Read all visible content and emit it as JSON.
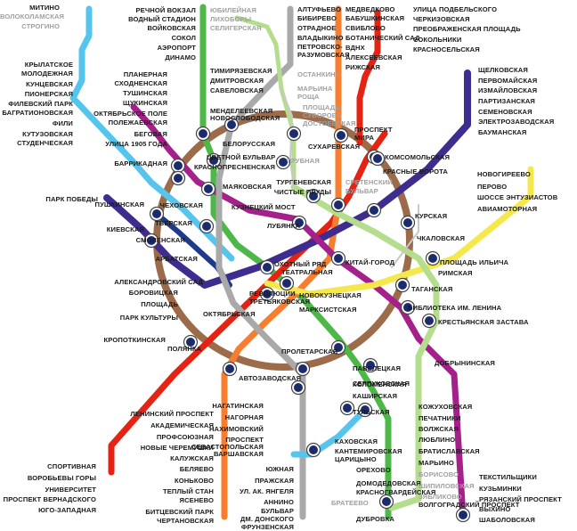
{
  "lines": {
    "red": "#e42313",
    "green": "#4db848",
    "blue": "#1e3a8a",
    "lightblue": "#55c5ee",
    "ring": "#9c6b4a",
    "orange": "#f77d2f",
    "purple": "#a4218b",
    "yellow": "#f5e84d",
    "gray": "#a9a9a9",
    "limegreen": "#b5dd8e",
    "lightgray": "#c8c8c8",
    "darkblue": "#3e2d8f"
  },
  "icons": {
    "transfer": "transfer-icon",
    "station": "station-dot-icon"
  },
  "stations": [
    {
      "name": "МИТИНО",
      "dim": false
    },
    {
      "name": "ВОЛОКОЛАМСКАЯ",
      "dim": true
    },
    {
      "name": "СТРОГИНО",
      "dim": true
    },
    {
      "name": "КРЫЛАТСКОЕ",
      "dim": false
    },
    {
      "name": "МОЛОДЕЖНАЯ",
      "dim": false
    },
    {
      "name": "КУНЦЕВСКАЯ",
      "dim": false
    },
    {
      "name": "ПИОНЕРСКАЯ",
      "dim": false
    },
    {
      "name": "ФИЛЕВСКИЙ ПАРК",
      "dim": false
    },
    {
      "name": "БАГРАТИОНОВСКАЯ",
      "dim": false
    },
    {
      "name": "ФИЛИ",
      "dim": false
    },
    {
      "name": "КУТУЗОВСКАЯ",
      "dim": false
    },
    {
      "name": "СТУДЕНЧЕСКАЯ",
      "dim": false
    },
    {
      "name": "РЕЧНОЙ ВОКЗАЛ",
      "dim": false
    },
    {
      "name": "ВОДНЫЙ СТАДИОН",
      "dim": false
    },
    {
      "name": "ВОЙКОВСКАЯ",
      "dim": false
    },
    {
      "name": "СОКОЛ",
      "dim": false
    },
    {
      "name": "АЭРОПОРТ",
      "dim": false
    },
    {
      "name": "ДИНАМО",
      "dim": false
    },
    {
      "name": "ЮБИЛЕЙНАЯ",
      "dim": true
    },
    {
      "name": "ЛИХОБОРЫ",
      "dim": true
    },
    {
      "name": "СЕЛИГЕРСКАЯ",
      "dim": true
    },
    {
      "name": "АЛТУФЬЕВО",
      "dim": false
    },
    {
      "name": "БИБИРЕВО",
      "dim": false
    },
    {
      "name": "ОТРАДНОЕ",
      "dim": false
    },
    {
      "name": "ВЛАДЫКИНО",
      "dim": false
    },
    {
      "name": "ПЕТРОВСКО-",
      "dim": false
    },
    {
      "name": "РАЗУМОВСКАЯ",
      "dim": false
    },
    {
      "name": "МЕДВЕДКОВО",
      "dim": false
    },
    {
      "name": "БАБУШКИНСКАЯ",
      "dim": false
    },
    {
      "name": "СВИБЛОВО",
      "dim": false
    },
    {
      "name": "БОТАНИЧЕСКИЙ САД",
      "dim": false
    },
    {
      "name": "ВДНХ",
      "dim": false
    },
    {
      "name": "АЛЕКСЕЕВСКАЯ",
      "dim": false
    },
    {
      "name": "РИЖСКАЯ",
      "dim": false
    },
    {
      "name": "УЛИЦА ПОДБЕЛЬСКОГО",
      "dim": false
    },
    {
      "name": "ЧЕРКИЗОВСКАЯ",
      "dim": false
    },
    {
      "name": "ПРЕОБРАЖЕНСКАЯ ПЛОЩАДЬ",
      "dim": false
    },
    {
      "name": "СОКОЛЬНИКИ",
      "dim": false
    },
    {
      "name": "КРАСНОСЕЛЬСКАЯ",
      "dim": false
    },
    {
      "name": "ЩЕЛКОВСКАЯ",
      "dim": false
    },
    {
      "name": "ПЕРВОМАЙСКАЯ",
      "dim": false
    },
    {
      "name": "ИЗМАЙЛОВСКАЯ",
      "dim": false
    },
    {
      "name": "ПАРТИЗАНСКАЯ",
      "dim": false
    },
    {
      "name": "СЕМЕНОВСКАЯ",
      "dim": false
    },
    {
      "name": "ЭЛЕКТРОЗАВОДСКАЯ",
      "dim": false
    },
    {
      "name": "БАУМАНСКАЯ",
      "dim": false
    },
    {
      "name": "ПЛАНЕРНАЯ",
      "dim": false
    },
    {
      "name": "СХОДНЕНСКАЯ",
      "dim": false
    },
    {
      "name": "ТУШИНСКАЯ",
      "dim": false
    },
    {
      "name": "ЩУКИНСКАЯ",
      "dim": false
    },
    {
      "name": "ОКТЯБРЬСКОЕ ПОЛЕ",
      "dim": false
    },
    {
      "name": "ПОЛЕЖАЕВСКАЯ",
      "dim": false
    },
    {
      "name": "БЕГОВАЯ",
      "dim": false
    },
    {
      "name": "УЛИЦА 1905 ГОДА",
      "dim": false
    },
    {
      "name": "БАРРИКАДНАЯ",
      "dim": false
    },
    {
      "name": "ТИМИРЯЗЕВСКАЯ",
      "dim": false
    },
    {
      "name": "ДМИТРОВСКАЯ",
      "dim": false
    },
    {
      "name": "САВЕЛОВСКАЯ",
      "dim": false
    },
    {
      "name": "ОСТАНКИНО",
      "dim": true
    },
    {
      "name": "МАРЬИНА",
      "dim": true
    },
    {
      "name": "РОЩА",
      "dim": true
    },
    {
      "name": "МЕНДЕЛЕЕВСКАЯ",
      "dim": false
    },
    {
      "name": "НОВОСЛОБОДСКАЯ",
      "dim": false
    },
    {
      "name": "ПЛОЩАДЬ",
      "dim": true
    },
    {
      "name": "СУВОРОВА",
      "dim": true
    },
    {
      "name": "ДОСТОЕВСКАЯ",
      "dim": true
    },
    {
      "name": "ПРОСПЕКТ",
      "dim": false
    },
    {
      "name": "МИРА",
      "dim": false
    },
    {
      "name": "СУХАРЕВСКАЯ",
      "dim": false
    },
    {
      "name": "ЦВЕТНОЙ БУЛЬВАР",
      "dim": false
    },
    {
      "name": "БЕЛОРУССКАЯ",
      "dim": false
    },
    {
      "name": "ТРУБНАЯ",
      "dim": true
    },
    {
      "name": "КОМСОМОЛЬСКАЯ",
      "dim": false
    },
    {
      "name": "КРАСНЫЕ ВОРОТА",
      "dim": false
    },
    {
      "name": "КРАСНОПРЕСНЕНСКАЯ",
      "dim": false
    },
    {
      "name": "МАЯКОВСКАЯ",
      "dim": false
    },
    {
      "name": "ТУРГЕНЕВСКАЯ",
      "dim": false
    },
    {
      "name": "ЧИСТЫЕ ПРУДЫ",
      "dim": false
    },
    {
      "name": "СРЕТЕНСКИЙ",
      "dim": true
    },
    {
      "name": "БУЛЬВАР",
      "dim": true
    },
    {
      "name": "НОВОГИРЕЕВО",
      "dim": false
    },
    {
      "name": "ПЕРОВО",
      "dim": false
    },
    {
      "name": "ШОССЕ ЭНТУЗИАСТОВ",
      "dim": false
    },
    {
      "name": "АВИАМОТОРНАЯ",
      "dim": false
    },
    {
      "name": "ПАРК ПОБЕДЫ",
      "dim": false
    },
    {
      "name": "ПУШКИНСКАЯ",
      "dim": false
    },
    {
      "name": "ЧЕХОВСКАЯ",
      "dim": false
    },
    {
      "name": "ТВЕРСКАЯ",
      "dim": false
    },
    {
      "name": "КУЗНЕЦКИЙ МОСТ",
      "dim": false
    },
    {
      "name": "ЛУБЯНКА",
      "dim": false
    },
    {
      "name": "КУРСКАЯ",
      "dim": false
    },
    {
      "name": "ЧКАЛОВСКАЯ",
      "dim": false
    },
    {
      "name": "КИЕВСКАЯ",
      "dim": false
    },
    {
      "name": "СМОЛЕНСКАЯ",
      "dim": false
    },
    {
      "name": "АРБАТСКАЯ",
      "dim": false
    },
    {
      "name": "ОХОТНЫЙ РЯД",
      "dim": false
    },
    {
      "name": "ТЕАТРАЛЬНАЯ",
      "dim": false
    },
    {
      "name": "КИТАЙ-ГОРОД",
      "dim": false
    },
    {
      "name": "ПЛОЩАДЬ ИЛЬИЧА",
      "dim": false
    },
    {
      "name": "РИМСКАЯ",
      "dim": false
    },
    {
      "name": "АЛЕКСАНДРОВСКИЙ САД",
      "dim": false
    },
    {
      "name": "БОРОВИЦКАЯ",
      "dim": false
    },
    {
      "name": "ПЛОЩАДЬ",
      "dim": false
    },
    {
      "name": "РЕВОЛЮЦИИ",
      "dim": false
    },
    {
      "name": "ТРЕТЬЯКОВСКАЯ",
      "dim": false
    },
    {
      "name": "НОВОКУЗНЕЦКАЯ",
      "dim": false
    },
    {
      "name": "МАРКСИСТСКАЯ",
      "dim": false
    },
    {
      "name": "ТАГАНСКАЯ",
      "dim": false
    },
    {
      "name": "БИБЛИОТЕКА ИМ. ЛЕНИНА",
      "dim": false
    },
    {
      "name": "ПАРК КУЛЬТУРЫ",
      "dim": false
    },
    {
      "name": "КРОПОТКИНСКАЯ",
      "dim": false
    },
    {
      "name": "ОКТЯБРЬСКАЯ",
      "dim": false
    },
    {
      "name": "ПОЛЯНКА",
      "dim": false
    },
    {
      "name": "ПРОЛЕТАРСКАЯ",
      "dim": false
    },
    {
      "name": "КРЕСТЬЯНСКАЯ ЗАСТАВА",
      "dim": false
    },
    {
      "name": "ДОБРЫНИНСКАЯ",
      "dim": false
    },
    {
      "name": "ПАВЕЛЕЦКАЯ",
      "dim": false
    },
    {
      "name": "СЕРПУХОВСКАЯ",
      "dim": false
    },
    {
      "name": "АВТОЗАВОДСКАЯ",
      "dim": false
    },
    {
      "name": "КОЛОМЕНСКАЯ",
      "dim": false
    },
    {
      "name": "КАШИРСКАЯ",
      "dim": false
    },
    {
      "name": "ТУЛЬСКАЯ",
      "dim": false
    },
    {
      "name": "НАГАТИНСКАЯ",
      "dim": false
    },
    {
      "name": "НАГОРНАЯ",
      "dim": false
    },
    {
      "name": "НАХИМОВСКИЙ",
      "dim": false
    },
    {
      "name": "ПРОСПЕКТ",
      "dim": false
    },
    {
      "name": "СЕВАСТОПОЛЬСКАЯ",
      "dim": false
    },
    {
      "name": "ВАРШАВСКАЯ",
      "dim": false
    },
    {
      "name": "КАХОВСКАЯ",
      "dim": false
    },
    {
      "name": "КАНТЕМИРОВСКАЯ",
      "dim": false
    },
    {
      "name": "ЦАРИЦЫНО",
      "dim": false
    },
    {
      "name": "ОРЕХОВО",
      "dim": false
    },
    {
      "name": "ДОМОДЕДОВСКАЯ",
      "dim": false
    },
    {
      "name": "КРАСНОГВАРДЕЙСКАЯ",
      "dim": false
    },
    {
      "name": "БРАТЕЕВО",
      "dim": true
    },
    {
      "name": "ДУБРОВКА",
      "dim": false
    },
    {
      "name": "КОЖУХОВСКАЯ",
      "dim": false
    },
    {
      "name": "ПЕЧАТНИКИ",
      "dim": false
    },
    {
      "name": "ВОЛЖСКАЯ",
      "dim": false
    },
    {
      "name": "ЛЮБЛИНО",
      "dim": false
    },
    {
      "name": "БРАТИСЛАВСКАЯ",
      "dim": false
    },
    {
      "name": "МАРЬИНО",
      "dim": false
    },
    {
      "name": "БОРИСОВО",
      "dim": true
    },
    {
      "name": "ШИПИЛОВСКАЯ",
      "dim": true
    },
    {
      "name": "ЗЯБЛИКОВО",
      "dim": true
    },
    {
      "name": "ВОЛГОГРАДСКИЙ ПРОСПЕКТ",
      "dim": false
    },
    {
      "name": "ТЕКСТИЛЬЩИКИ",
      "dim": false
    },
    {
      "name": "КУЗЬМИНКИ",
      "dim": false
    },
    {
      "name": "РЯЗАНСКИЙ ПРОСПЕКТ",
      "dim": false
    },
    {
      "name": "ВЫХИНО",
      "dim": false
    },
    {
      "name": "ШАБОЛОВСКАЯ",
      "dim": false
    },
    {
      "name": "ЛЕНИНСКИЙ ПРОСПЕКТ",
      "dim": false
    },
    {
      "name": "АКАДЕМИЧЕСКАЯ",
      "dim": false
    },
    {
      "name": "ПРОФСОЮЗНАЯ",
      "dim": false
    },
    {
      "name": "НОВЫЕ ЧЕРЕМУШКИ",
      "dim": false
    },
    {
      "name": "КАЛУЖСКАЯ",
      "dim": false
    },
    {
      "name": "БЕЛЯЕВО",
      "dim": false
    },
    {
      "name": "КОНЬКОВО",
      "dim": false
    },
    {
      "name": "ТЕПЛЫЙ СТАН",
      "dim": false
    },
    {
      "name": "ЯСЕНЕВО",
      "dim": false
    },
    {
      "name": "БИТЦЕВСКИЙ ПАРК",
      "dim": false
    },
    {
      "name": "ЧЕРТАНОВСКАЯ",
      "dim": false
    },
    {
      "name": "ЮЖНАЯ",
      "dim": false
    },
    {
      "name": "ПРАЖСКАЯ",
      "dim": false
    },
    {
      "name": "УЛ. АК. ЯНГЕЛЯ",
      "dim": false
    },
    {
      "name": "АННИНО",
      "dim": false
    },
    {
      "name": "БУЛЬВАР",
      "dim": false
    },
    {
      "name": "ДМ. ДОНСКОГО",
      "dim": false
    },
    {
      "name": "ФРУНЗЕНСКАЯ",
      "dim": false
    },
    {
      "name": "СПОРТИВНАЯ",
      "dim": false
    },
    {
      "name": "ВОРОБЬЕВЫ ГОРЫ",
      "dim": false
    },
    {
      "name": "УНИВЕРСИТЕТ",
      "dim": false
    },
    {
      "name": "ПРОСПЕКТ ВЕРНАДСКОГО",
      "dim": false
    },
    {
      "name": "ЮГО-ЗАПАДНАЯ",
      "dim": false
    }
  ]
}
